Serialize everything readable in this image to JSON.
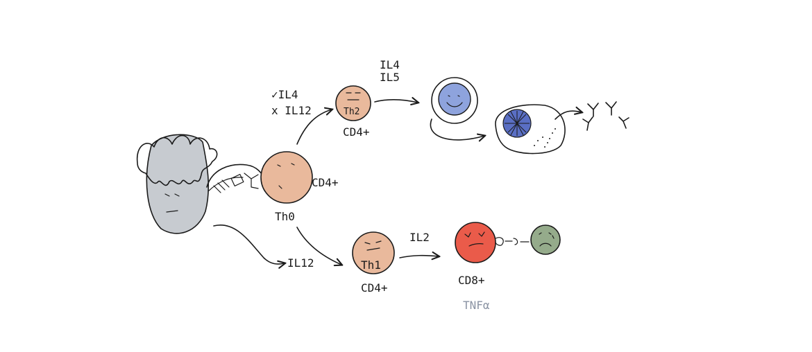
{
  "labels": {
    "check_il4": "✓IL4",
    "x_il12": "x IL12",
    "th2": "Th2",
    "cd4_top": "CD4+",
    "il4_top": "IL4",
    "il5_top": "IL5",
    "cd4_mid": "CD4+",
    "th0": "Th0",
    "il12_bottom": "IL12",
    "th1": "Th1",
    "cd4_bottom": "CD4+",
    "il2": "IL2",
    "cd8": "CD8+",
    "tnf": "TNFα"
  },
  "colors": {
    "apc_fill": "#c7cbd0",
    "t_cell": "#e9b99c",
    "b_cell": "#8ea3dd",
    "nucleus": "#5a6fc4",
    "cd8_cell": "#ea5b4a",
    "target_cell": "#95ab8b",
    "tnf_text": "#8a93a3"
  }
}
